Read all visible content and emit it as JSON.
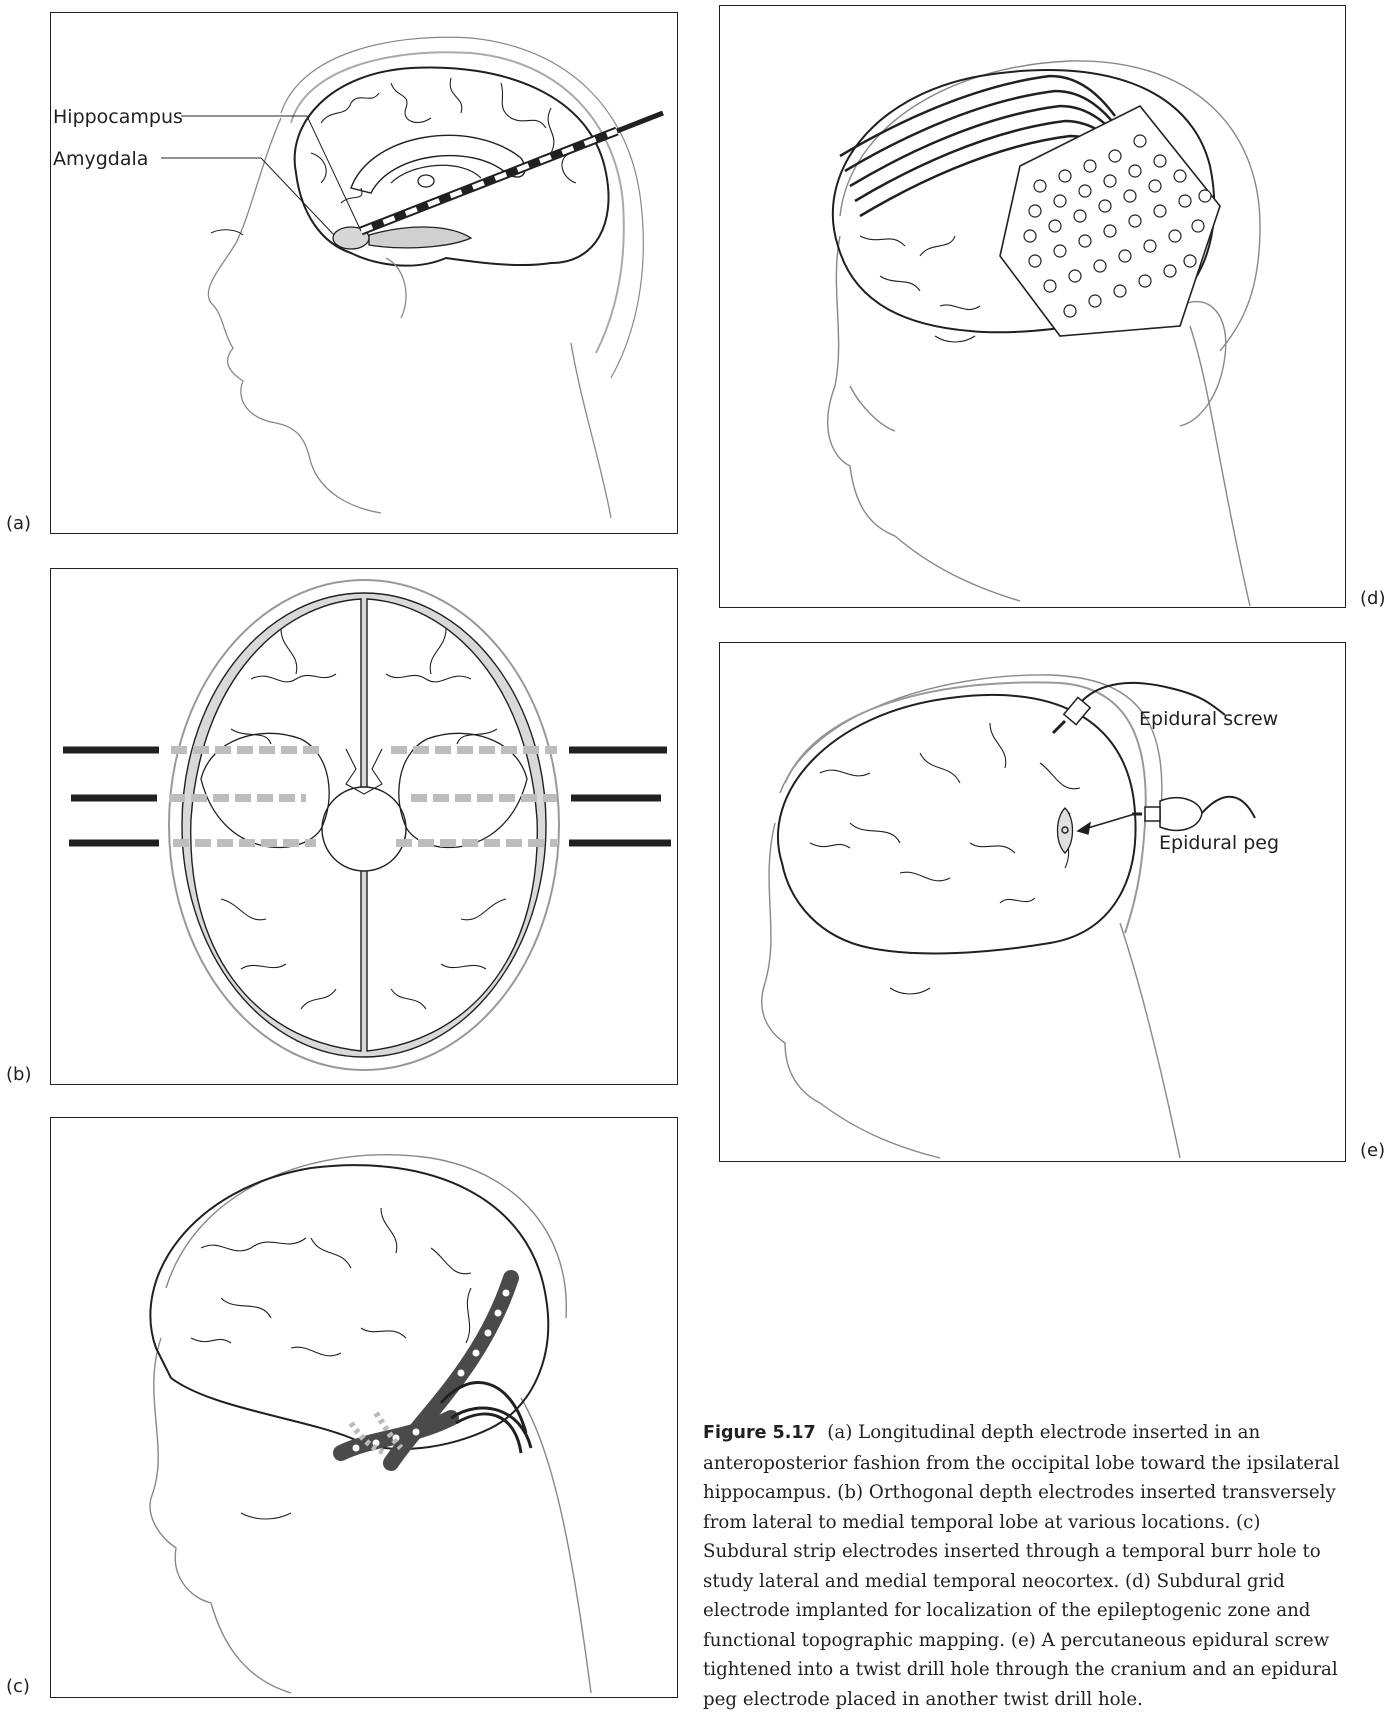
{
  "panels": {
    "a": {
      "label": "(a)",
      "annotations": {
        "hippocampus": "Hippocampus",
        "amygdala": "Amygdala"
      }
    },
    "b": {
      "label": "(b)"
    },
    "c": {
      "label": "(c)"
    },
    "d": {
      "label": "(d)"
    },
    "e": {
      "label": "(e)",
      "annotations": {
        "screw": "Epidural screw",
        "peg": "Epidural peg"
      }
    }
  },
  "caption": {
    "figure": "Figure 5.17",
    "text": "(a) Longitudinal depth electrode inserted in an anteroposterior fashion from the occipital lobe toward the ipsilateral hippocampus. (b) Orthogonal depth electrodes inserted transversely from lateral to medial temporal lobe at various locations. (c) Subdural strip electrodes inserted through a temporal burr hole to study lateral and medial temporal neocortex. (d) Subdural grid electrode implanted for localization of the epileptogenic zone and functional topographic mapping. (e) A percutaneous epidural screw tightened into a twist drill hole through the cranium and an epidural peg electrode placed in another twist drill hole."
  },
  "colors": {
    "line": "#231f20",
    "gray": "#c8c8c8",
    "darkgray": "#4a4a4a"
  }
}
